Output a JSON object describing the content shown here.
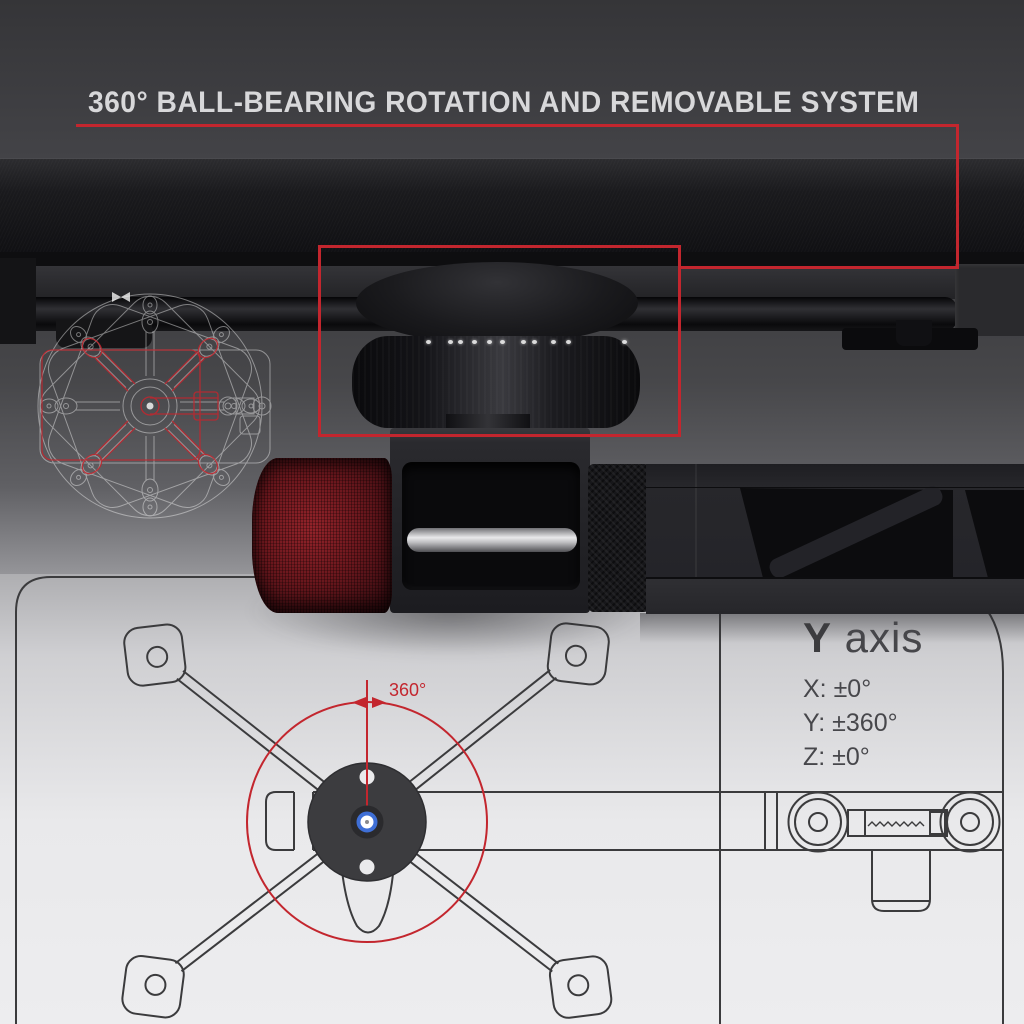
{
  "title": {
    "text": "360° BALL-BEARING ROTATION AND REMOVABLE SYSTEM"
  },
  "annotations": {
    "rotation_label": "360°",
    "axis_panel": {
      "heading_emphasis": "Y",
      "heading_rest": " axis",
      "specs": [
        "X: ±0°",
        "Y: ±360°",
        "Z: ±0°"
      ]
    }
  },
  "drawing": {
    "left_view": "vesa-cross-plate-top-view-faint",
    "bottom_view": "vesa-cross-plate-top-view-large",
    "rotation_degrees": 360
  },
  "colors": {
    "accent_red": "#c3262e",
    "bearing_blue": "#3f6fd6",
    "title_text": "#d8d8da",
    "drawing_line_dark": "#3b3b3d",
    "drawing_line_light": "#f2f2f2",
    "knob_red": "#6b171d",
    "background_dark": "#3a3a3d",
    "background_light": "#e9e9eb"
  },
  "icons": [
    "rotation-arrow-left-icon",
    "rotation-arrow-right-icon",
    "bowtie-marker-icon"
  ]
}
